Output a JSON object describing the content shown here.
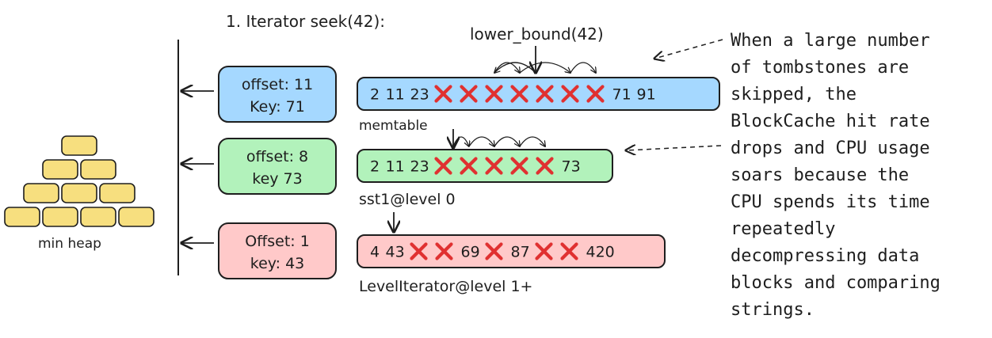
{
  "title": "1. Iterator seek(42):",
  "lower_bound_label": "lower_bound(42)",
  "min_heap": {
    "label": "min heap",
    "rows": [
      1,
      2,
      3,
      4
    ],
    "brick_color": "#f7df7f"
  },
  "heap_entries": [
    {
      "line1": "offset: 11",
      "line2": "Key: 71",
      "fill": "#a5d8ff"
    },
    {
      "line1": "offset: 8",
      "line2": "key 73",
      "fill": "#b2f2bb"
    },
    {
      "line1": "Offset: 1",
      "line2": "key: 43",
      "fill": "#ffc9c9"
    }
  ],
  "sources": [
    {
      "label": "memtable",
      "fill": "#a5d8ff",
      "tokens": [
        "2",
        "11",
        "23",
        "X",
        "X",
        "X",
        "X",
        "X",
        "X",
        "X",
        "71",
        "91"
      ]
    },
    {
      "label": "sst1@level 0",
      "fill": "#b2f2bb",
      "tokens": [
        "2",
        "11",
        "23",
        "X",
        "X",
        "X",
        "X",
        "X",
        "73"
      ]
    },
    {
      "label": "LevelIterator@level 1+",
      "fill": "#ffc9c9",
      "tokens": [
        "4",
        "43",
        "X",
        "X",
        "69",
        "X",
        "87",
        "X",
        "X",
        "420"
      ]
    }
  ],
  "note_lines": [
    "When a large number",
    "of tombstones are",
    "skipped, the",
    "BlockCache hit rate",
    "drops and CPU usage",
    "soars because the",
    "CPU spends its time",
    "repeatedly",
    "decompressing data",
    "blocks and comparing",
    "strings."
  ],
  "colors": {
    "stroke": "#1e1e1e",
    "tombstone": "#e03131"
  }
}
